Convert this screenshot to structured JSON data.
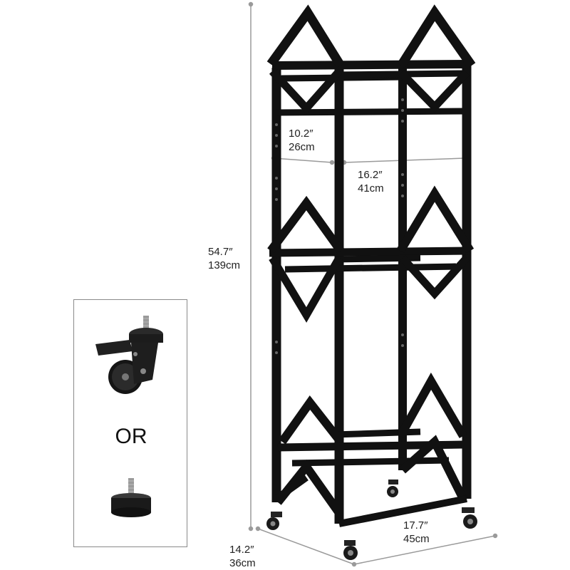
{
  "dimensions": {
    "height": {
      "inch": "54.7″",
      "cm": "139cm"
    },
    "inner_width": {
      "inch": "10.2″",
      "cm": "26cm"
    },
    "shelf_width": {
      "inch": "16.2″",
      "cm": "41cm"
    },
    "base_width": {
      "inch": "17.7″",
      "cm": "45cm"
    },
    "depth": {
      "inch": "14.2″",
      "cm": "36cm"
    }
  },
  "inset": {
    "or_label": "OR",
    "option_1_icon": "caster-wheel-icon",
    "option_2_icon": "leveling-foot-icon"
  },
  "colors": {
    "frame": "#111111",
    "dimension_line": "#9a9a9a",
    "text": "#222222"
  }
}
